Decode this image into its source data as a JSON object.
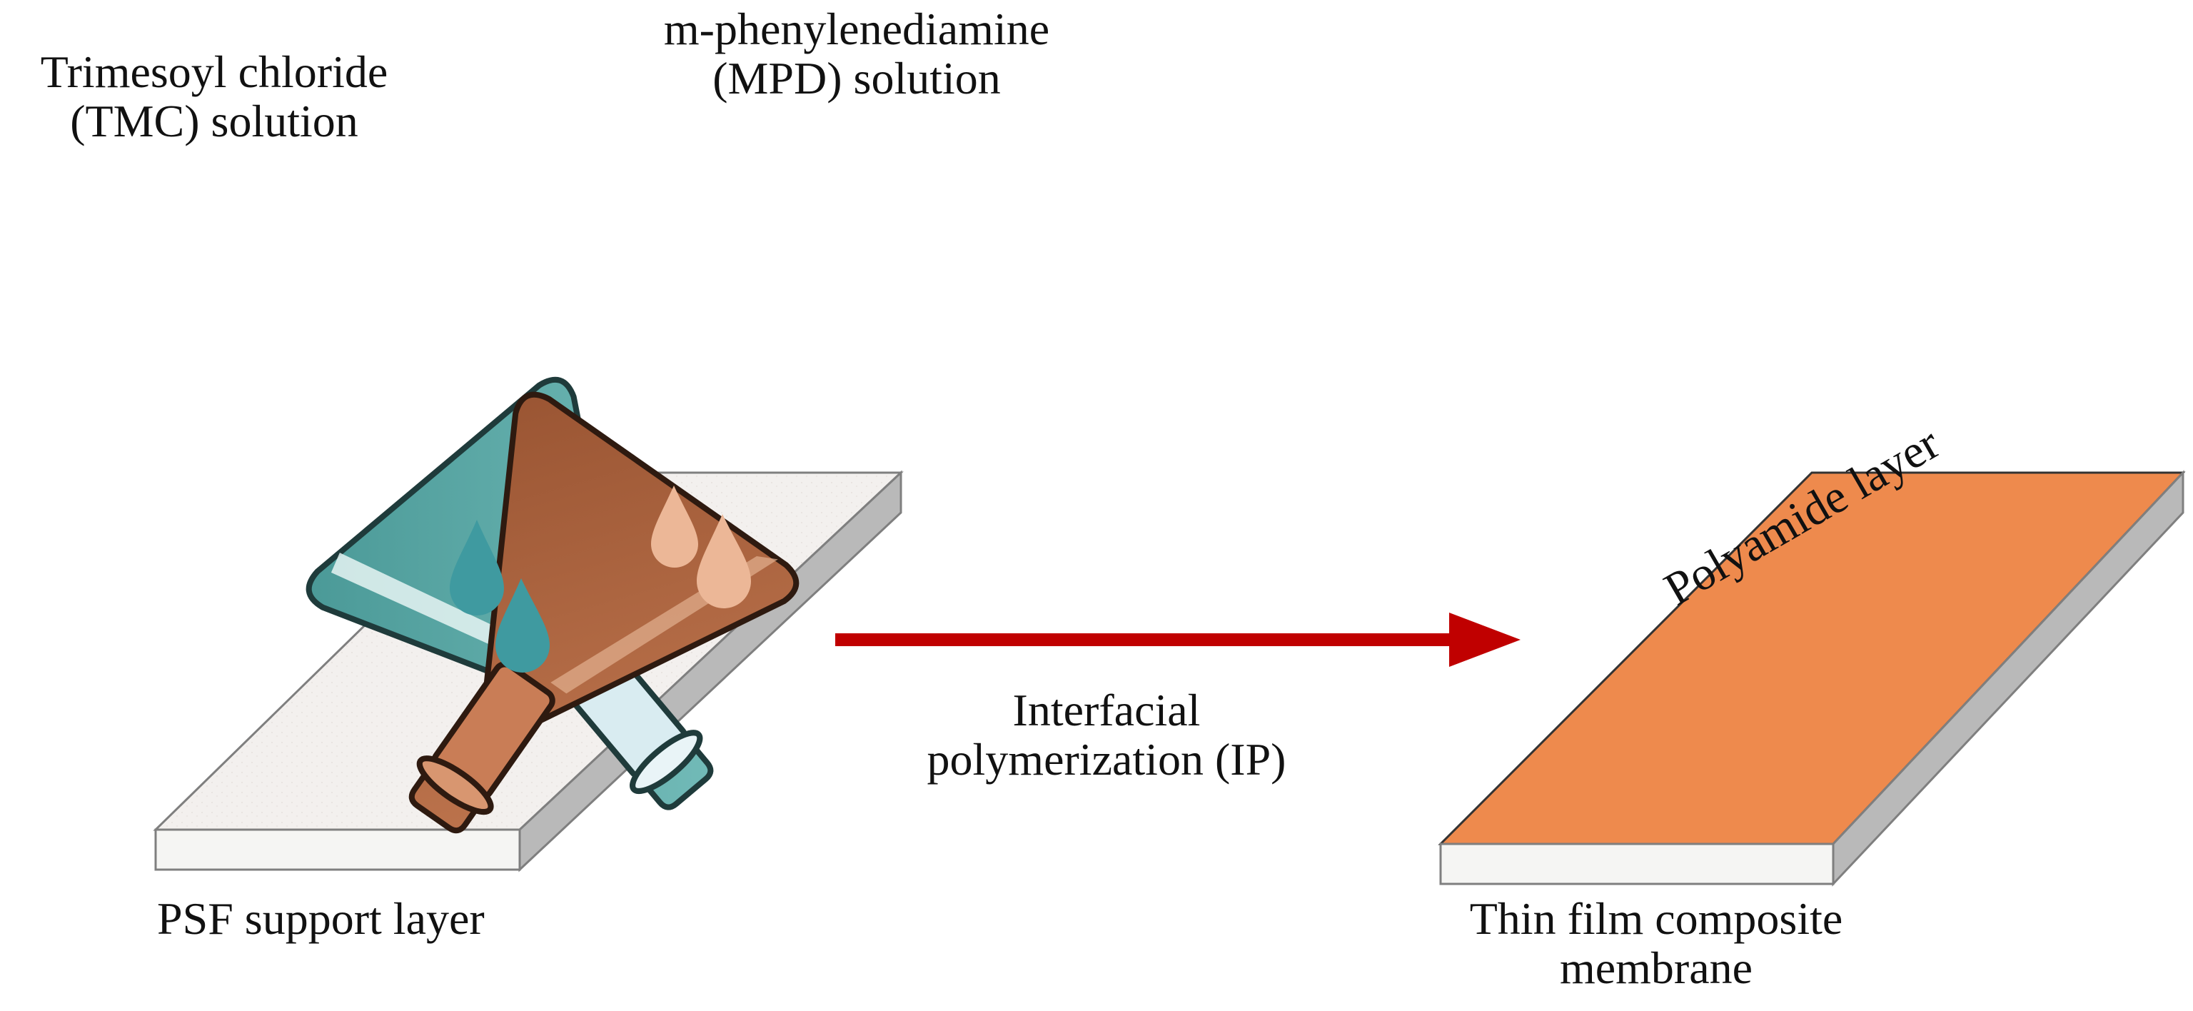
{
  "labels": {
    "tmc_line1": "Trimesoyl chloride",
    "tmc_line2": "(TMC) solution",
    "mpd_line1": "m-phenylenediamine",
    "mpd_line2": "(MPD) solution",
    "psf": "PSF support layer",
    "ip_line1": "Interfacial",
    "ip_line2": "polymerization  (IP)",
    "tfc_line1": "Thin film composite",
    "tfc_line2": "membrane",
    "polyamide": "Polyamide layer"
  },
  "colors": {
    "tmc_flask": "#5fa9a7",
    "tmc_drop": "#3f9aa0",
    "mpd_flask": "#b0643f",
    "mpd_drop": "#ecb797",
    "arrow": "#c00000",
    "support_top": "#f2efed",
    "support_side": "#b9b9b9",
    "polyamide_top": "#ee8a4d"
  },
  "icons": {
    "tmc_flask": "conical-flask-icon",
    "mpd_flask": "conical-flask-icon",
    "drops": "droplet-icon",
    "arrow": "arrow-right-icon"
  }
}
